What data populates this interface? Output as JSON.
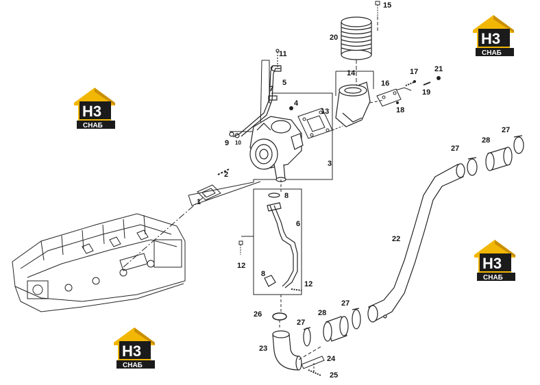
{
  "callouts": [
    "1",
    "2",
    "3",
    "4",
    "5",
    "6",
    "7",
    "8",
    "8",
    "9",
    "10",
    "11",
    "12",
    "12",
    "13",
    "14",
    "15",
    "16",
    "17",
    "18",
    "19",
    "20",
    "21",
    "22",
    "23",
    "24",
    "25",
    "26",
    "27",
    "27",
    "27",
    "27",
    "28",
    "28"
  ],
  "watermark": {
    "top": "H3",
    "bottom": "CHAБ"
  },
  "colors": {
    "line": "#222222",
    "logo_yellow": "#f2b705",
    "logo_dark": "#1b1b1b"
  }
}
